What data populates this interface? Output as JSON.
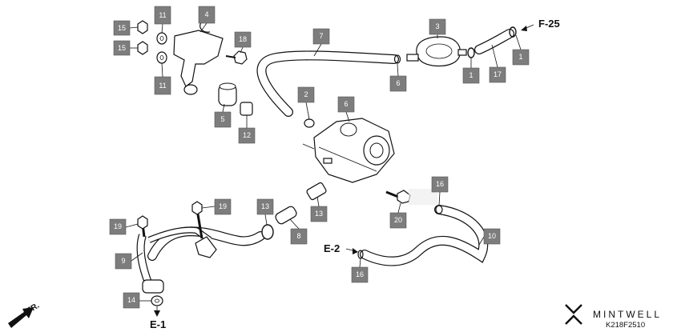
{
  "callouts": [
    {
      "id": "c1a",
      "label": "15"
    },
    {
      "id": "c1b",
      "label": "15"
    },
    {
      "id": "c2a",
      "label": "11"
    },
    {
      "id": "c2b",
      "label": "11"
    },
    {
      "id": "c3",
      "label": "4"
    },
    {
      "id": "c4",
      "label": "18"
    },
    {
      "id": "c5",
      "label": "5"
    },
    {
      "id": "c6",
      "label": "12"
    },
    {
      "id": "c7",
      "label": "7"
    },
    {
      "id": "c8",
      "label": "2"
    },
    {
      "id": "c9",
      "label": "6"
    },
    {
      "id": "c10",
      "label": "3"
    },
    {
      "id": "c11",
      "label": "6"
    },
    {
      "id": "c12a",
      "label": "1"
    },
    {
      "id": "c12b",
      "label": "1"
    },
    {
      "id": "c13",
      "label": "17"
    },
    {
      "id": "c14",
      "label": "16"
    },
    {
      "id": "c15",
      "label": "20"
    },
    {
      "id": "c16",
      "label": "10"
    },
    {
      "id": "c17",
      "label": "16"
    },
    {
      "id": "c18",
      "label": "13"
    },
    {
      "id": "c19",
      "label": "8"
    },
    {
      "id": "c20",
      "label": "13"
    },
    {
      "id": "c21",
      "label": "19"
    },
    {
      "id": "c22",
      "label": "19"
    },
    {
      "id": "c23",
      "label": "9"
    },
    {
      "id": "c24",
      "label": "14"
    }
  ],
  "references": {
    "f25": "F-25",
    "e2": "E-2",
    "e1": "E-1",
    "fr": "FR."
  },
  "brand": "MINTWELL",
  "diagram_code": "K218F2510",
  "colors": {
    "callout_fill": "#7d7d7d",
    "ink": "#111111",
    "background": "#ffffff"
  }
}
